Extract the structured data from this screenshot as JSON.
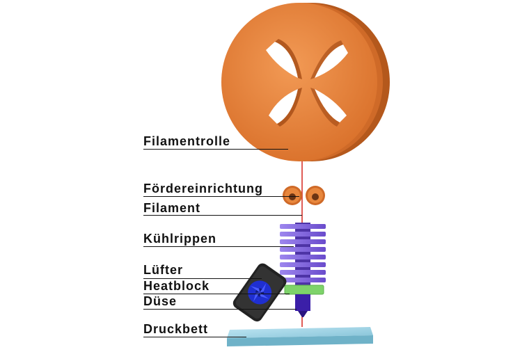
{
  "labels": {
    "spool": "Filamentrolle",
    "feeder": "Fördereinrichtung",
    "filament": "Filament",
    "heatsink": "Kühlrippen",
    "fan": "Lüfter",
    "heatblock": "Heatblock",
    "nozzle": "Düse",
    "bed": "Druckbett"
  },
  "colors": {
    "spool": "#e8873d",
    "spool_dark": "#b4581c",
    "feeder": "#e8873d",
    "heatsink": "#8a6fe0",
    "heatsink_dark": "#5a3fb0",
    "heatblock": "#7ed36a",
    "nozzle": "#3b1fa8",
    "fan_body": "#222222",
    "fan_blades": "#2a3ce0",
    "bed": "#9ed3e6",
    "filament": "#d9332b"
  }
}
